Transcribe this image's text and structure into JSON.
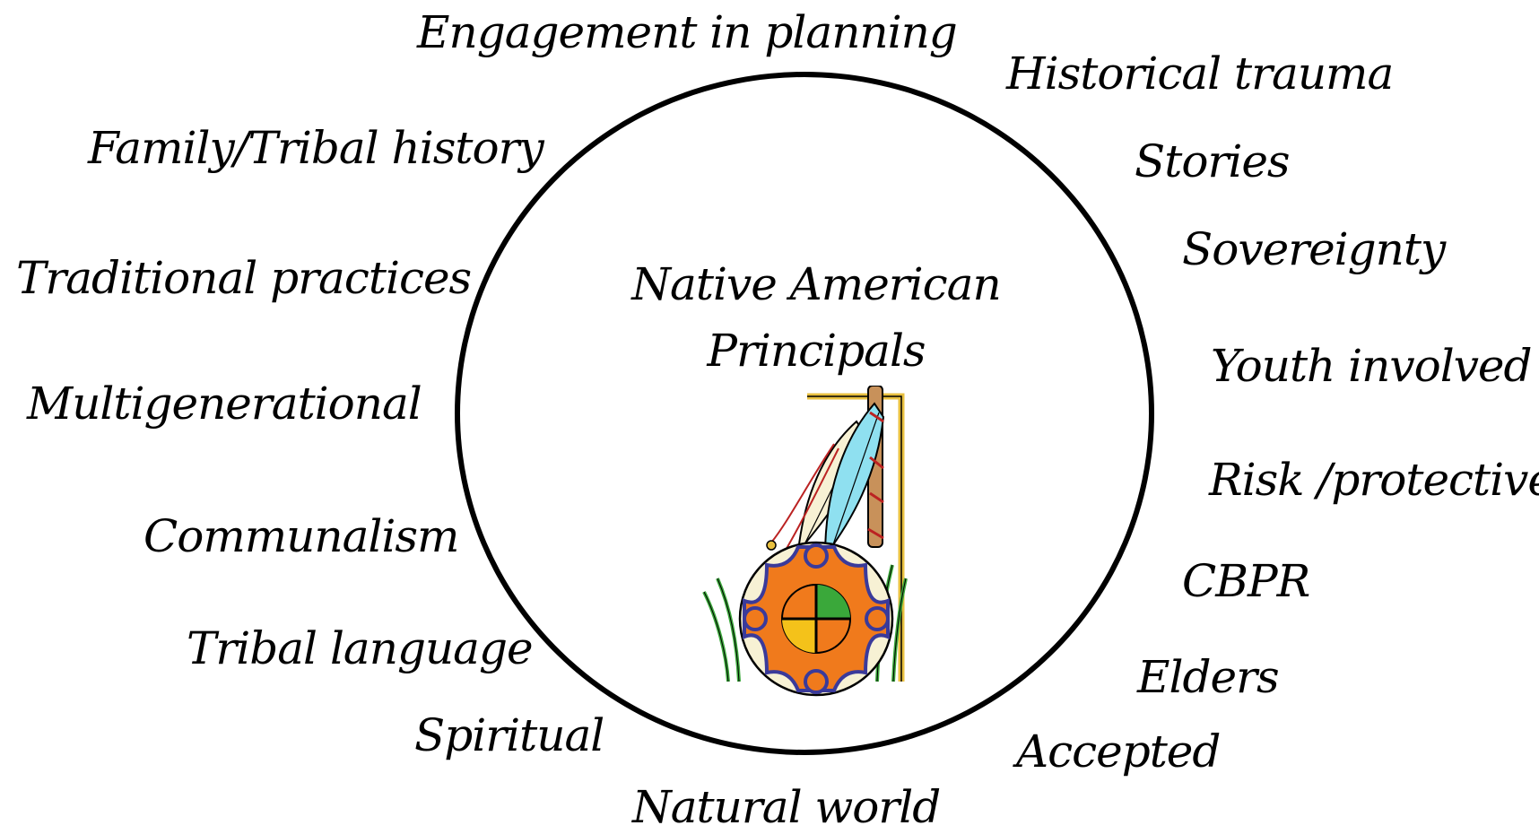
{
  "center": {
    "line1": "Native American",
    "line2": "Principals"
  },
  "labels": {
    "engagement": "Engagement in planning",
    "historical_trauma": "Historical trauma",
    "family_history": "Family/Tribal history",
    "stories": "Stories",
    "sovereignty": "Sovereignty",
    "traditional_practices": "Traditional practices",
    "youth_involved": "Youth involved",
    "multigenerational": "Multigenerational",
    "risk_protective": "Risk /protective",
    "communalism": "Communalism",
    "cbpr": "CBPR",
    "tribal_language": "Tribal language",
    "elders": "Elders",
    "spiritual": "Spiritual",
    "accepted": "Accepted",
    "natural_world": "Natural world"
  },
  "colors": {
    "ring": "#000000",
    "text": "#000000",
    "feather_blue": "#8fe0f0",
    "feather_cream": "#f7f1d4",
    "shield_orange": "#f07a1c",
    "shield_green": "#3aa83a",
    "shield_yellow": "#f4c21a",
    "shield_blue": "#3a3a9a",
    "staff_brown": "#c8915a",
    "frame_gold": "#e8c040"
  },
  "icons": {
    "center_art": "feather-shield-icon"
  }
}
